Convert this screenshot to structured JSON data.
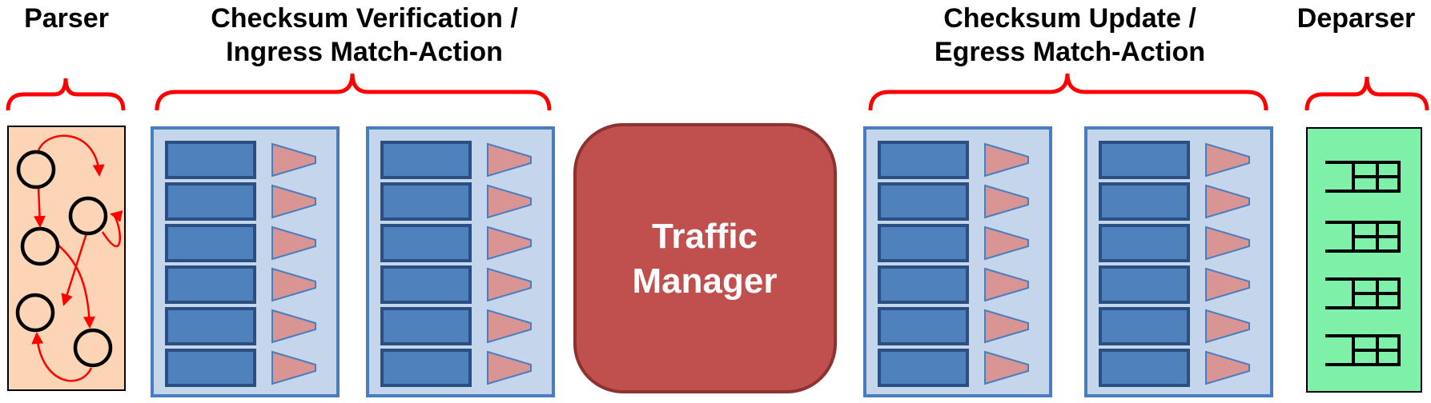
{
  "sections": {
    "parser": "Parser",
    "ingress": [
      "Checksum Verification /",
      "Ingress Match-Action"
    ],
    "egress": [
      "Checksum Update /",
      "Egress Match-Action"
    ],
    "deparser": "Deparser"
  },
  "traffic_manager": [
    "Traffic",
    "Manager"
  ],
  "colors": {
    "brace": "#ff0000",
    "parser_fill": "#fbd5b5",
    "stage_fill": "#c5d6ea",
    "stage_border": "#4a7dc0",
    "table_fill": "#4f81bd",
    "table_border": "#2b4f80",
    "action_fill": "#d99594",
    "action_border": "#4a7dc0",
    "tm_fill": "#c0504d",
    "tm_border": "#8c3331",
    "deparser_fill": "#7ef0a8"
  },
  "icons": {
    "state": "circle-node-icon",
    "transition": "red-arrow-icon",
    "table": "match-table-icon",
    "action": "action-trapezoid-icon",
    "emit": "header-emit-icon"
  }
}
